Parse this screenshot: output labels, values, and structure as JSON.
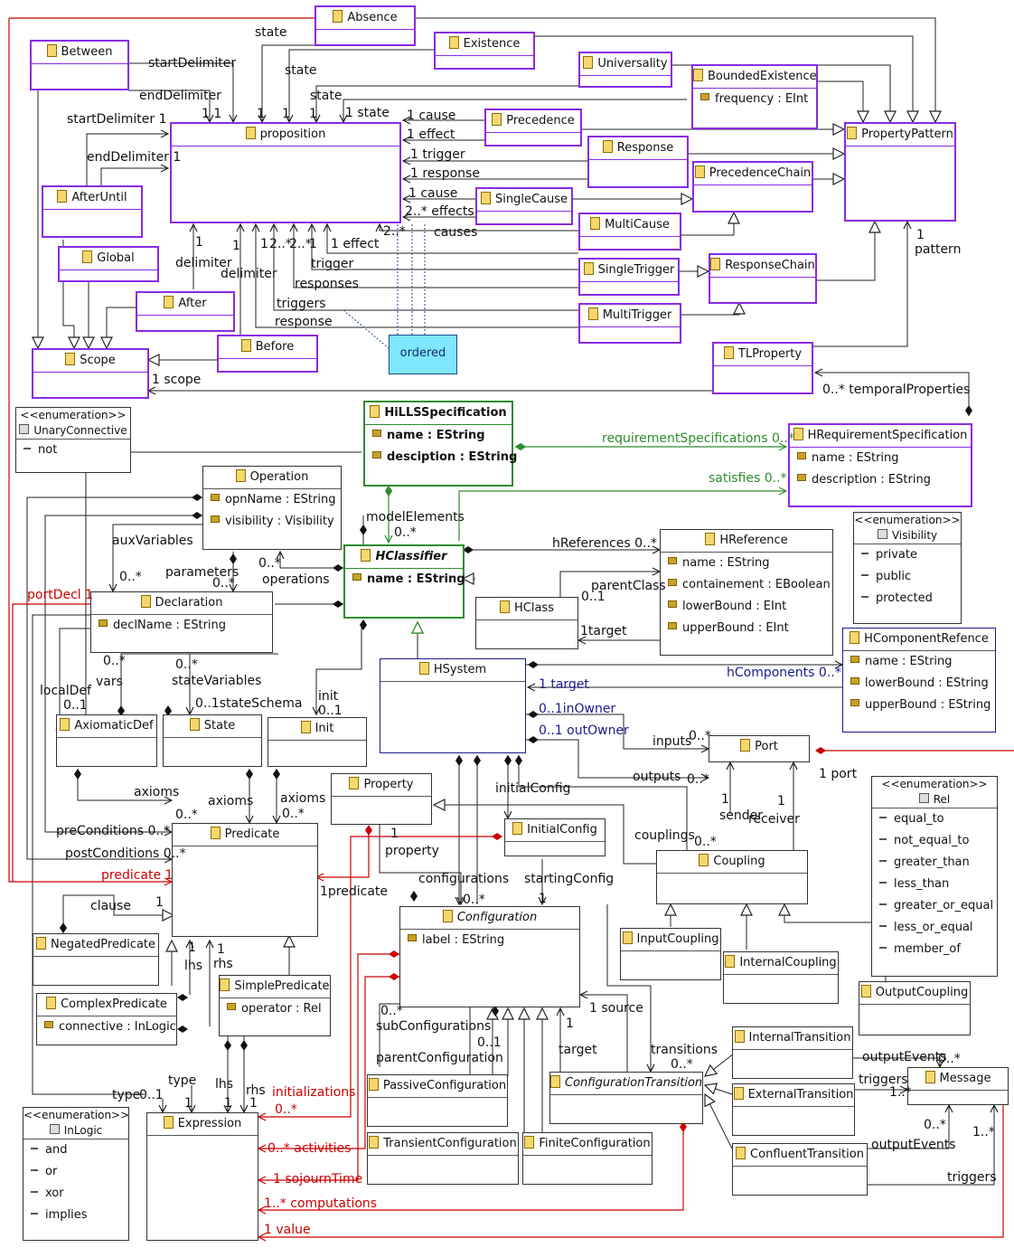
{
  "classes": {
    "absence": "Absence",
    "existence": "Existence",
    "universality": "Universality",
    "between": "Between",
    "bounded_existence": "BoundedExistence",
    "bounded_existence_attr": "frequency : EInt",
    "proposition": "proposition",
    "precedence": "Precedence",
    "response": "Response",
    "property_pattern": "PropertyPattern",
    "precedence_chain": "PrecedenceChain",
    "after_until": "AfterUntil",
    "single_cause": "SingleCause",
    "multi_cause": "MultiCause",
    "global": "Global",
    "single_trigger": "SingleTrigger",
    "response_chain": "ResponseChain",
    "after": "After",
    "multi_trigger": "MultiTrigger",
    "before": "Before",
    "scope": "Scope",
    "tl_property": "TLProperty",
    "note_ordered": "ordered",
    "hills_spec": "HiLLSSpecification",
    "hills_attr_name": "name : EString",
    "hills_attr_desc": "desciption : EString",
    "hreq_spec": "HRequirementSpecification",
    "hreq_attr_name": "name : EString",
    "hreq_attr_desc": "description : EString",
    "operation": "Operation",
    "operation_attr_name": "opnName : EString",
    "operation_attr_vis": "visibility : Visibility",
    "hclassifier": "HClassifier",
    "hclassifier_attr": "name : EString",
    "hreference": "HReference",
    "hreference_attr_name": "name : EString",
    "hreference_attr_cont": "containement : EBoolean",
    "hreference_attr_lb": "lowerBound : EInt",
    "hreference_attr_ub": "upperBound : EInt",
    "declaration": "Declaration",
    "declaration_attr": "declName : EString",
    "hclass": "HClass",
    "hsystem": "HSystem",
    "hcomponent_ref": "HComponentRefence",
    "hcomponent_attr_name": "name : EString",
    "hcomponent_attr_lb": "lowerBound : EString",
    "hcomponent_attr_ub": "upperBound : EString",
    "axiomatic_def": "AxiomaticDef",
    "state": "State",
    "init": "Init",
    "port": "Port",
    "property": "Property",
    "initial_config": "InitialConfig",
    "predicate": "Predicate",
    "coupling": "Coupling",
    "configuration": "Configuration",
    "configuration_attr": "label : EString",
    "negated_predicate": "NegatedPredicate",
    "input_coupling": "InputCoupling",
    "internal_coupling": "InternalCoupling",
    "simple_predicate": "SimplePredicate",
    "simple_predicate_attr": "operator : Rel",
    "complex_predicate": "ComplexPredicate",
    "complex_predicate_attr": "connective : InLogic",
    "output_coupling": "OutputCoupling",
    "internal_transition": "InternalTransition",
    "passive_configuration": "PassiveConfiguration",
    "configuration_transition": "ConfigurationTransition",
    "external_transition": "ExternalTransition",
    "message": "Message",
    "expression": "Expression",
    "transient_configuration": "TransientConfiguration",
    "finite_configuration": "FiniteConfiguration",
    "confluent_transition": "ConfluentTransition"
  },
  "enums": {
    "stereotype": "<<enumeration>>",
    "unary_connective": {
      "name": "UnaryConnective",
      "literals": [
        "not"
      ]
    },
    "visibility": {
      "name": "Visibility",
      "literals": [
        "private",
        "public",
        "protected"
      ]
    },
    "rel": {
      "name": "Rel",
      "literals": [
        "equal_to",
        "not_equal_to",
        "greater_than",
        "less_than",
        "greater_or_equal",
        "less_or_equal",
        "member_of"
      ]
    },
    "in_logic": {
      "name": "InLogic",
      "literals": [
        "and",
        "or",
        "xor",
        "implies"
      ]
    }
  },
  "labels": {
    "state_a": "state",
    "start_delim_a": "startDelimiter",
    "end_delim_a": "endDelimiter",
    "state_b": "state",
    "state_c": "state",
    "one_one_a": "1 1",
    "one_a": "1",
    "one_b": "1",
    "one_c": "1",
    "one_state": "1 state",
    "start_delim_b": "startDelimiter 1",
    "one_cause": "1 cause",
    "one_effect": "1 effect",
    "one_trigger": "1 trigger",
    "end_delim_b": "endDelimiter 1",
    "one_response": "1 response",
    "one_cause_b": "1  cause",
    "many_effects": "2..* effects",
    "many_two": "2..*",
    "causes": "causes",
    "delimiter_a": "delimiter",
    "delimiter_b": "delimiter",
    "one_d": "1",
    "one_e": "1",
    "two_many_a": "2..*",
    "two_many_b": "2..*",
    "one_f": "1",
    "one_g": "1",
    "one_effect_b": "1 effect",
    "trigger": "trigger",
    "responses": "responses",
    "triggers": "triggers",
    "response": "response",
    "one_pattern": "1",
    "pattern": "pattern",
    "one_scope": "1 scope",
    "temporal_props": "0..* temporalProperties",
    "req_specs": "requirementSpecifications  0..*",
    "satisfies": "satisfies  0..*",
    "model_elements": "modelElements",
    "model_elements_mult": "0..*",
    "aux_vars": "auxVariables",
    "aux_mult": "0..*",
    "parameters": "parameters",
    "params_mult": "0..*",
    "ops_mult": "0..*",
    "operations": "operations",
    "href": "hReferences  0..*",
    "parent_class": "parentClass",
    "parent_mult": "0..1",
    "target_a": "1target",
    "port_decl": "portDecl 1",
    "vars_mult": "0..*",
    "vars": "vars",
    "state_vars_mult": "0..*",
    "state_vars": "stateVariables",
    "local_def": "localDef",
    "local_def_mult": "0..1",
    "state_schema": "0..1stateSchema",
    "init_lbl": "init",
    "init_mult": "0..1",
    "one_target": "1 target",
    "in_owner": "0..1inOwner",
    "out_owner": "0..1 outOwner",
    "hcomponents": "hComponents  0..*",
    "inputs": "inputs",
    "inputs_mult": "0..*",
    "outputs": "outputs",
    "outputs_mult": "0..*",
    "one_port": "1  port",
    "axioms_a": "axioms",
    "axioms_b": "axioms",
    "axioms_b_mult": "0..*",
    "axioms_c": "axioms",
    "axioms_c_mult": "0..*",
    "initial_config_lbl": "initialConfig",
    "sender": "sender",
    "sender_mult": "1",
    "receiver": "receiver",
    "receiver_mult": "1",
    "pre_cond": "preConditions  0..*",
    "post_cond": "postConditions 0..*",
    "predicate_lbl": "predicate  1",
    "one_property": "1",
    "property_lbl": "property",
    "couplings": "couplings",
    "couplings_mult": "0..*",
    "configurations": "configurations",
    "config_mult": "0..*",
    "starting_config": "startingConfig",
    "starting_mult": "1",
    "one_predicate": "1predicate",
    "clause": "clause",
    "clause_mult": "1",
    "lhs": "lhs",
    "rhs": "rhs",
    "one_lhs": "1",
    "one_rhs": "1",
    "sub_mult": "0..*",
    "sub_configs": "subConfigurations",
    "parent_cfg_mult": "0..1",
    "parent_config": "parentConfiguration",
    "one_source": "1  source",
    "one_target_b": "1",
    "target_b": "target",
    "transitions": "transitions",
    "transitions_mult": "0..*",
    "output_events_a": "outputEvents",
    "output_events_a_mult": "0..*",
    "triggers_b": "triggers",
    "triggers_b_mult": "1..*",
    "output_events_b_mult": "0..*",
    "output_events_b": "outputEvents",
    "triggers_c_mult": "1..*",
    "triggers_c": "triggers",
    "type_a": "type",
    "type_a_mult": "0..1",
    "type_b": "type",
    "type_b_mult": "1",
    "lhs_b": "lhs",
    "lhs_b_mult": "1",
    "rhs_b": "rhs",
    "rhs_b_mult": "1",
    "initializations": "initializations",
    "init_mult_b": "0..*",
    "activities": "0..* activities",
    "sojourn": "1 sojournTime",
    "computations": "1..* computations",
    "value": "1  value"
  },
  "colors": {
    "purple": "#8a2be2",
    "green": "#2e8b2e",
    "red": "#cc0000",
    "blue": "#1a1a8c",
    "note": "#7fe6ff"
  }
}
